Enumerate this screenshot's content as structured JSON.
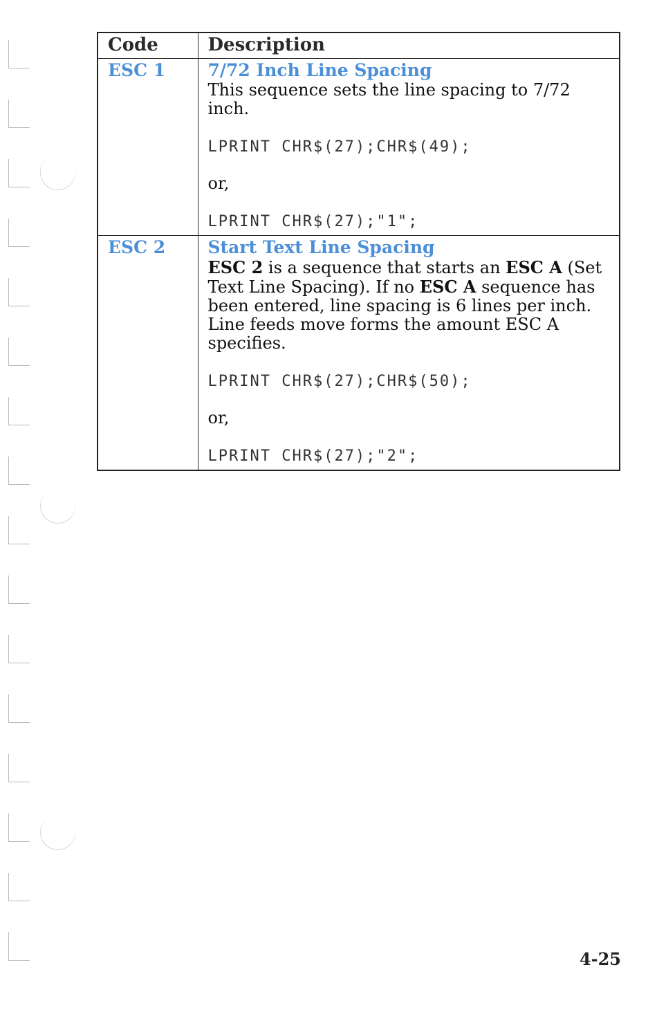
{
  "table": {
    "headers": {
      "code": "Code",
      "description": "Description"
    },
    "rows": [
      {
        "code": "ESC 1",
        "title": "7/72 Inch Line Spacing",
        "text": "This sequence sets the line spacing to 7/72 inch.",
        "example1": "LPRINT CHR$(27);CHR$(49);",
        "or": "or,",
        "example2": "LPRINT CHR$(27);\"1\";"
      },
      {
        "code": "ESC 2",
        "title": "Start Text Line Spacing",
        "text_parts": {
          "p1_bold": "ESC 2",
          "p2": " is a sequence that starts an ",
          "p3_bold": "ESC A",
          "p4": " (Set Text Line Spacing).  If no ",
          "p5_bold": "ESC A",
          "p6": " sequence has been entered, line spacing is 6 lines per inch.  Line feeds move forms the amount ESC A specifies."
        },
        "example1": "LPRINT CHR$(27);CHR$(50);",
        "or": "or,",
        "example2": "LPRINT CHR$(27);\"2\";"
      }
    ]
  },
  "page_number": "4-25",
  "colors": {
    "accent": "#4a8fd8",
    "text": "#111111",
    "rule": "#222222"
  }
}
